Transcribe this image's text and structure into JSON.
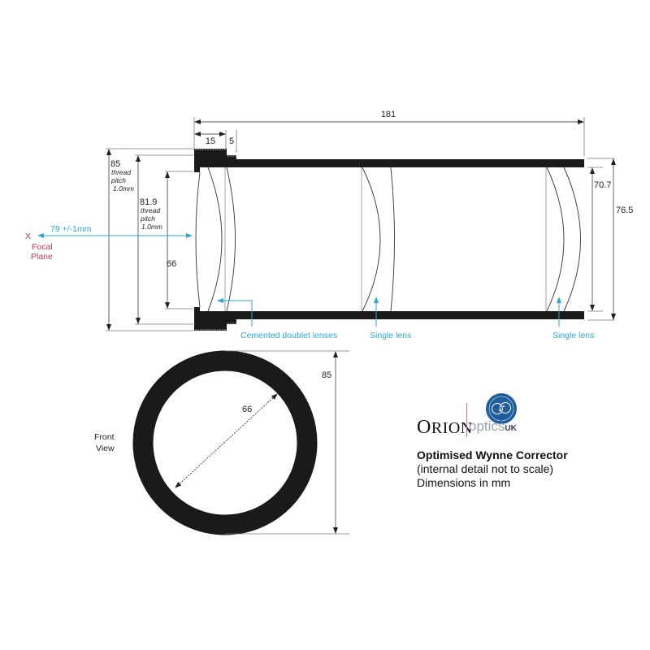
{
  "diagram": {
    "title": "Optimised Wynne Corrector",
    "subtitle": "(internal detail not to scale)",
    "units_note": "Dimensions in mm",
    "brand": {
      "name_main": "ORION",
      "name_main_first": "O",
      "name_main_rest": "RION",
      "name_secondary": "optics",
      "name_region": "UK",
      "badge_icon": "orion-optics-badge-icon"
    },
    "side_view": {
      "overall_length": "181",
      "thread_length": "15",
      "step_length": "5",
      "outer_thread_diameter": "85",
      "outer_thread_note_1": "thread",
      "outer_thread_note_2": "pitch",
      "outer_thread_note_3": "1.0mm",
      "inner_thread_diameter": "81.9",
      "inner_thread_note_1": "thread",
      "inner_thread_note_2": "pitch",
      "inner_thread_note_3": "1.0mm",
      "clear_aperture": "66",
      "tube_inner_diameter": "70.7",
      "tube_outer_diameter": "76.5",
      "back_focus": "79 +/-1mm",
      "focal_marker": "X",
      "focal_label_1": "Focal",
      "focal_label_2": "Plane",
      "callouts": [
        {
          "label": "Cemented doublet lenses"
        },
        {
          "label": "Single lens"
        },
        {
          "label": "Single lens"
        }
      ]
    },
    "front_view": {
      "label_1": "Front",
      "label_2": "View",
      "inner_diameter": "66",
      "outer_diameter": "85"
    },
    "colors": {
      "annotation_blue": "#2aa7d6",
      "focal_red": "#c8354f",
      "body_black": "#1a1a1a",
      "logo_badge_blue": "#1f5d9c"
    }
  }
}
